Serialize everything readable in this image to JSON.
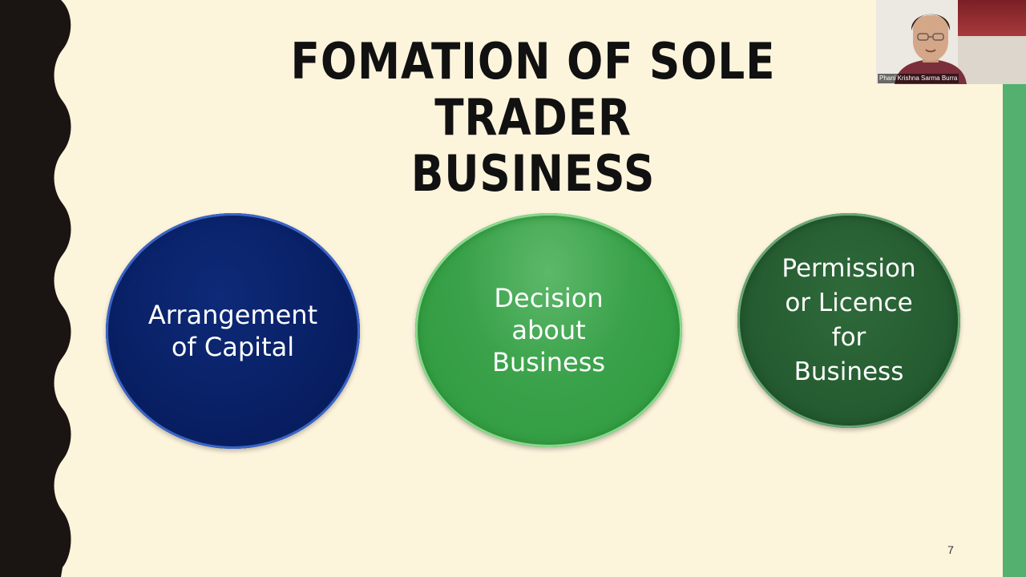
{
  "slide": {
    "title_line1": "FOMATION OF SOLE TRADER",
    "title_line2": "BUSINESS",
    "circles": [
      {
        "lines": [
          "Arrangement",
          "of Capital"
        ],
        "color": "#081f63"
      },
      {
        "lines": [
          "Decision",
          "about",
          "Business"
        ],
        "color": "#3aa24a"
      },
      {
        "lines": [
          "Permission",
          "or Licence",
          "for",
          "Business"
        ],
        "color": "#255c31"
      }
    ],
    "page_number": "7"
  },
  "video": {
    "participant_name": "Phani Krishna Sarma Burra"
  },
  "colors": {
    "background": "#fdf4dc",
    "border": "#1a1412",
    "accent_bar": "#53b06e"
  }
}
